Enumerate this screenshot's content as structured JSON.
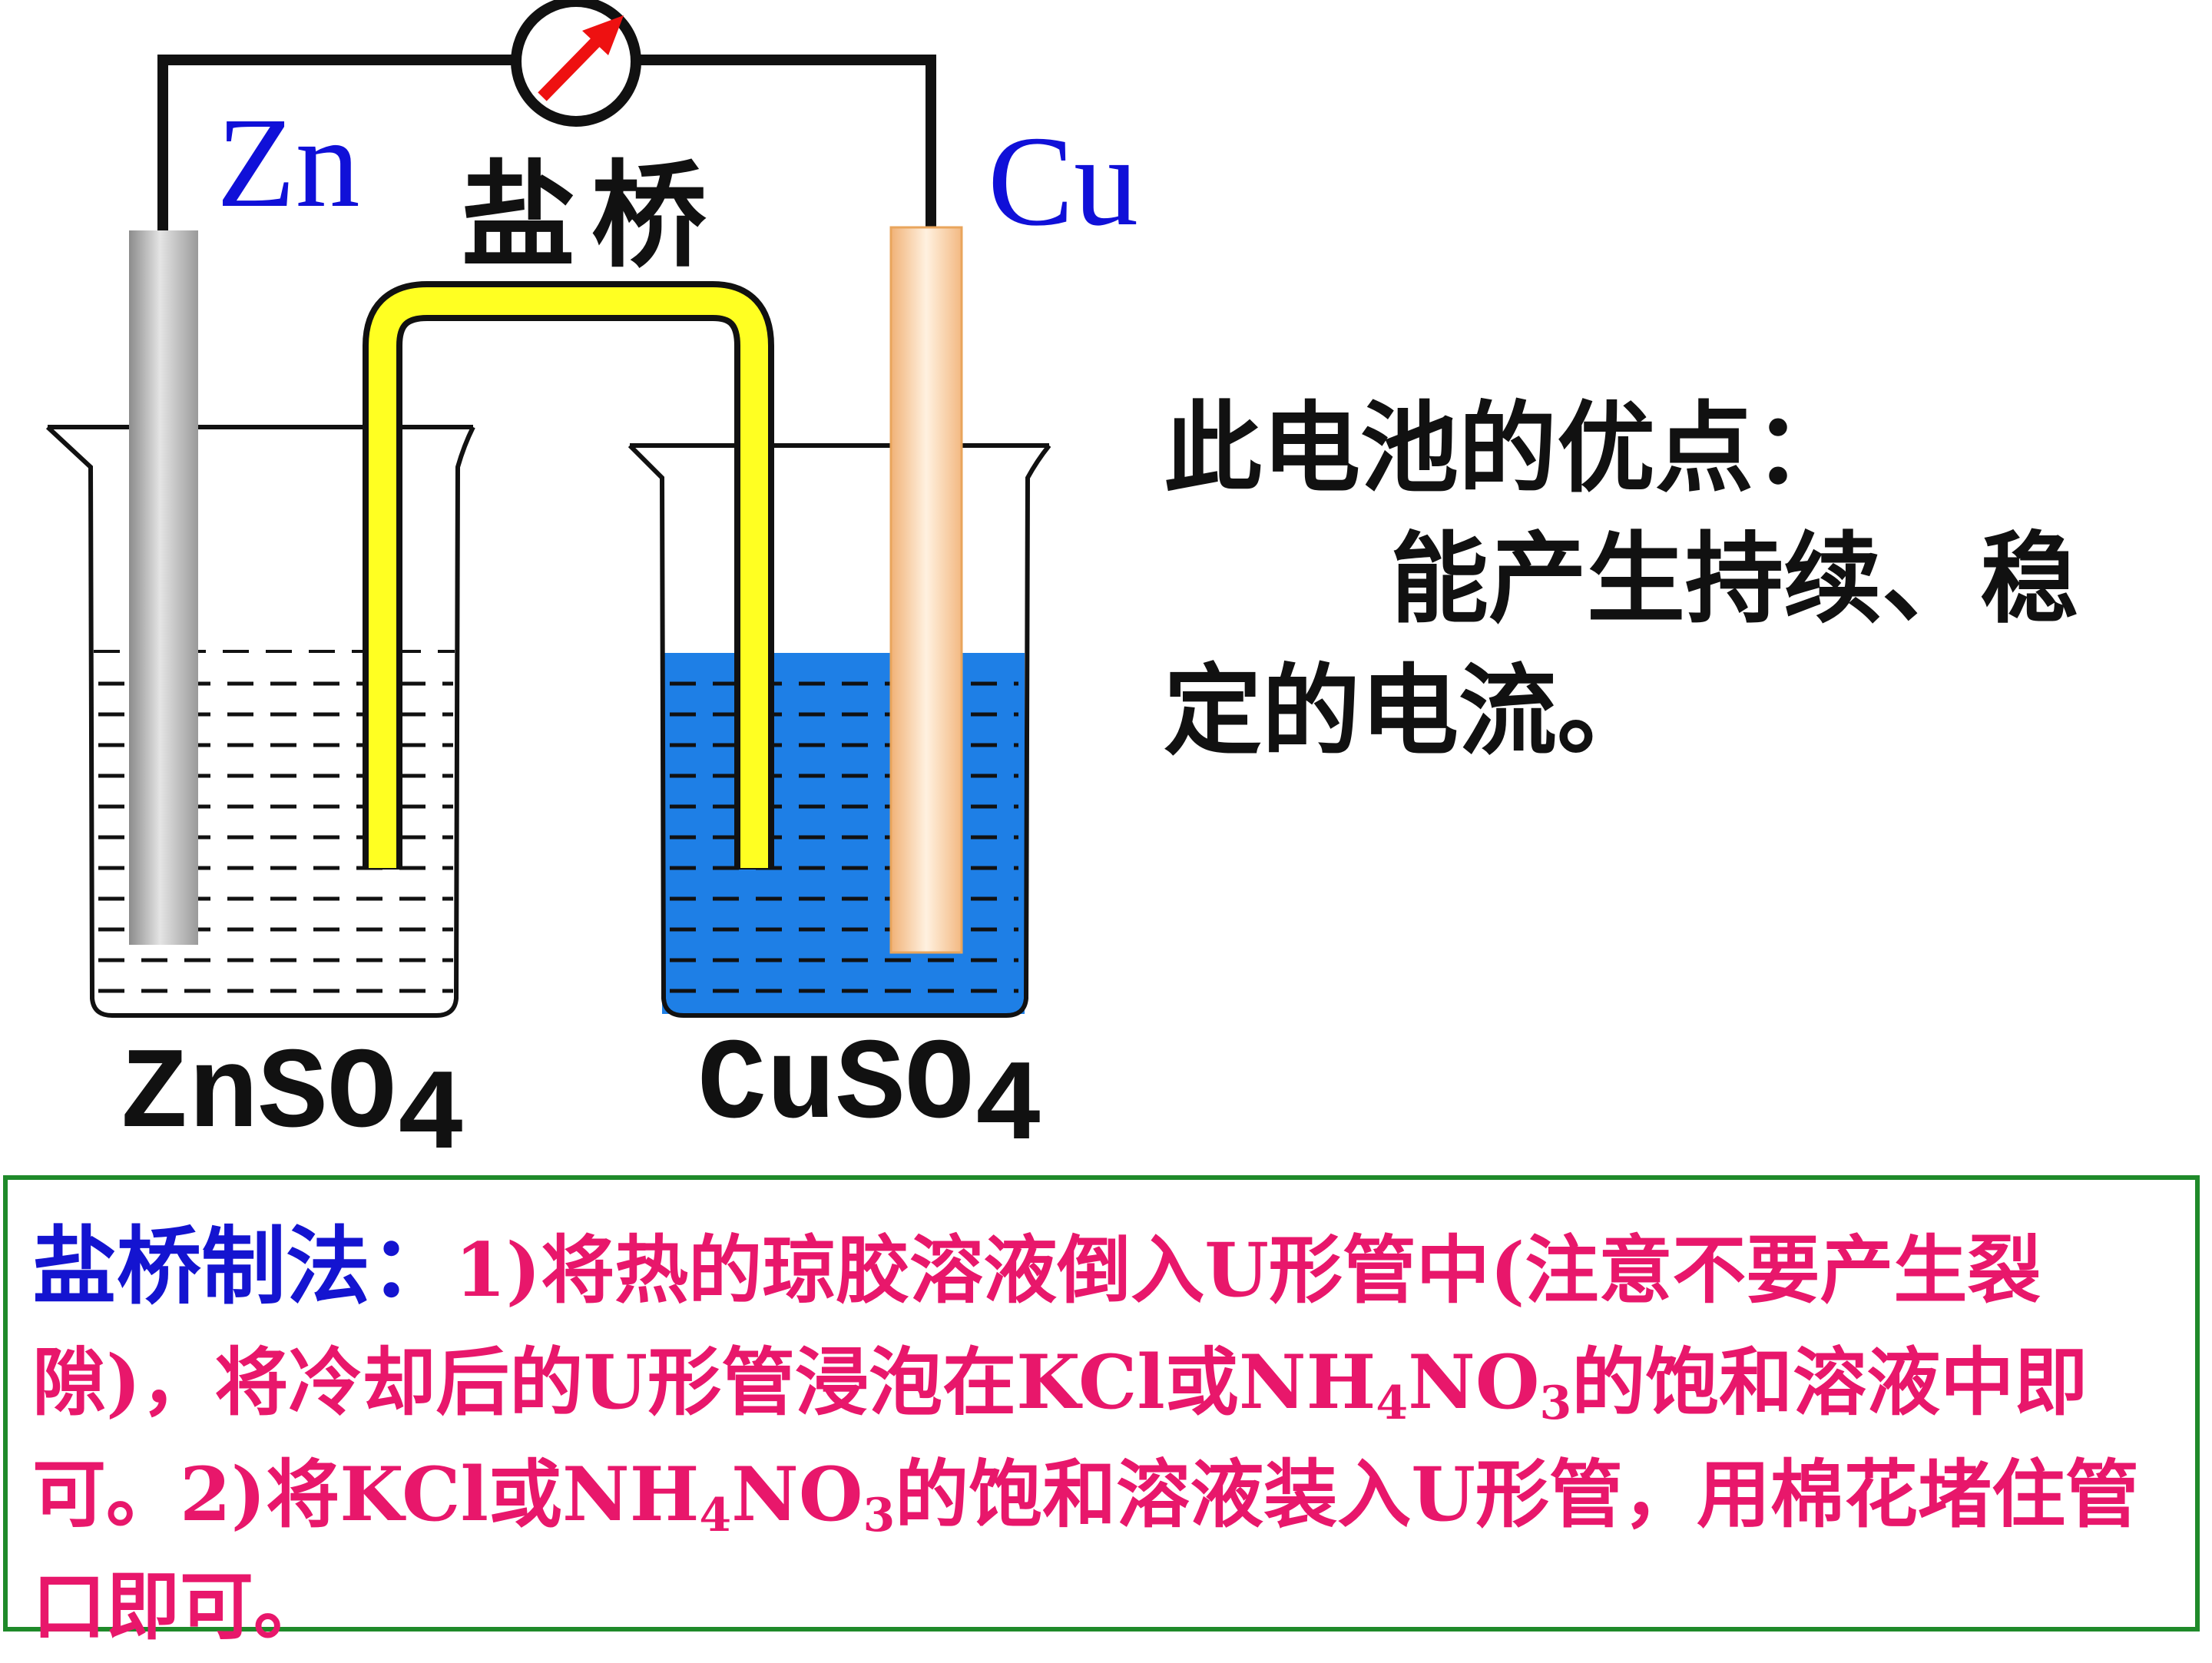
{
  "labels": {
    "zn": "Zn",
    "cu": "Cu",
    "salt_bridge": "盐桥",
    "left_solution": "ZnSO",
    "right_solution": "CuSO",
    "subscript_4": "4"
  },
  "advantages": {
    "title": "此电池的优点：",
    "line1": "能产生持续、稳",
    "line2": "定的电流。"
  },
  "method": {
    "heading": "盐桥制法：",
    "p1": "1)将热的琼胶溶液倒入U形管中(注意不要产生裂隙)，将冷却后的U形管浸泡在KCl或NH",
    "s1": "4",
    "p2": "NO",
    "s2": "3",
    "p3": "的饱和溶液中即可。2)将KCl或NH",
    "s3": "4",
    "p4": "NO",
    "s4": "3",
    "p5": "的饱和溶液装入U形管，用棉花堵住管口即可。"
  },
  "colors": {
    "wire": "#111111",
    "zinc": "#bdbdbd",
    "copper": "#f6c99a",
    "salt_bridge": "#ffff22",
    "cuso4_solution": "#1e7fe6",
    "meter_needle": "#ee1111",
    "label_blue": "#1010d8",
    "method_text": "#e8176b",
    "method_heading": "#1414d0",
    "box_border": "#1f8a2a"
  },
  "icons": [
    "galvanometer-icon"
  ]
}
